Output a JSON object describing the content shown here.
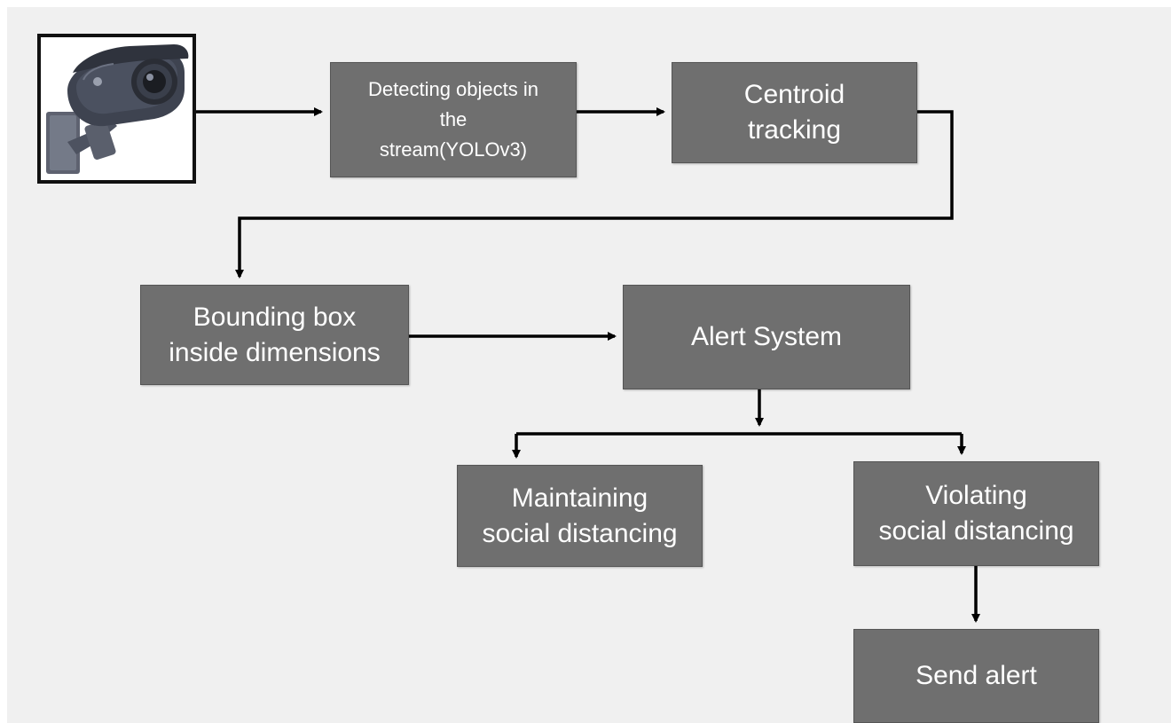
{
  "diagram": {
    "camera": {
      "icon": "security-camera-icon"
    },
    "nodes": {
      "detect": "Detecting objects in\nthe\nstream(YOLOv3)",
      "centroid": "Centroid\ntracking",
      "bbox": "Bounding box\ninside dimensions",
      "alert_system": "Alert System",
      "maintaining": "Maintaining\nsocial distancing",
      "violating": "Violating\nsocial distancing",
      "send_alert": "Send alert"
    },
    "colors": {
      "background": "#f0f0f0",
      "node_fill": "#6f6f6f",
      "node_text": "#ffffff",
      "connector": "#000000"
    }
  }
}
